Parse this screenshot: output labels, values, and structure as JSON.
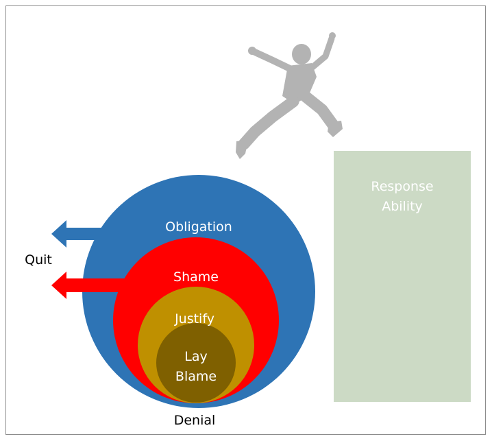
{
  "nodes": {
    "obligation": "Obligation",
    "shame": "Shame",
    "justify": "Justify",
    "lay_blame_line1": "Lay",
    "lay_blame_line2": "Blame",
    "denial": "Denial",
    "quit": "Quit"
  },
  "response_box": {
    "line1": "Response",
    "line2": "Ability"
  },
  "colors": {
    "obligation": "#2e74b5",
    "shame": "#ff0000",
    "justify": "#bf9000",
    "lay_blame": "#7f6000",
    "response_box": "#ccdac5",
    "figure": "#b3b3b3"
  },
  "icons": {
    "figure": "jumping-person-icon",
    "quit_arrows": "left-arrow-icon"
  }
}
